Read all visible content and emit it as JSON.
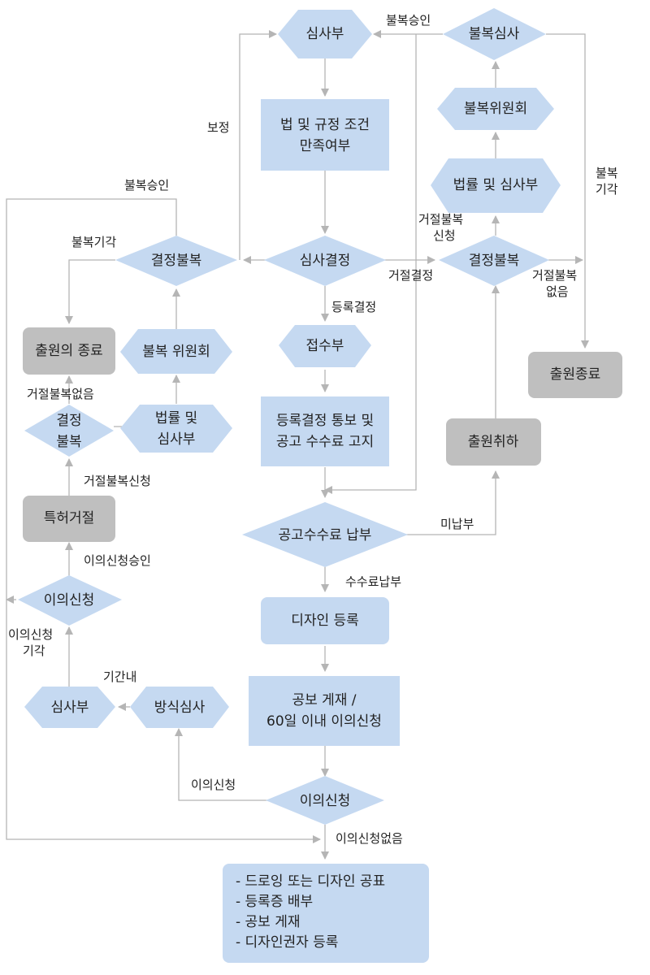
{
  "colors": {
    "node_fill": "#c5d9f1",
    "terminal_fill": "#bfbfbf",
    "edge": "#b5b5b5",
    "text": "#222222"
  },
  "nodes": {
    "exam_dept_top": "심사부",
    "appeal_exam_top": "불복심사",
    "law_check": [
      "법 및 규정 조건",
      "만족여부"
    ],
    "appeal_committee_right": "불복위원회",
    "law_exam_right": "법률 및 심사부",
    "exam_decision": "심사결정",
    "appeal_decision_right": "결정불복",
    "appeal_decision_left": "결정불복",
    "application_end_left": "출원의 종료",
    "appeal_committee_left": "불복 위원회",
    "application_end_right": "출원종료",
    "reception": "접수부",
    "decision_left_small": [
      "결정",
      "불복"
    ],
    "law_exam_left": [
      "법률 및",
      "심사부"
    ],
    "registration_notice": [
      "등록결정 통보 및",
      "공고 수수료 고지"
    ],
    "application_withdraw": "출원취하",
    "patent_reject": "특허거절",
    "fee_payment": "공고수수료 납부",
    "objection_left": "이의신청",
    "design_registration": "디자인 등록",
    "exam_dept_bottom": "심사부",
    "formal_exam": "방식심사",
    "publication": [
      "공보 게재 /",
      "60일 이내 이의신청"
    ],
    "objection_bottom": "이의신청",
    "final_box": [
      "- 드로잉 또는 디자인 공표",
      "- 등록증 배부",
      "- 공보 게재",
      "- 디자인권자 등록"
    ]
  },
  "edge_labels": {
    "appeal_approved_top": "불복승인",
    "correction": "보정",
    "appeal_rejected_right": [
      "불복",
      "기각"
    ],
    "appeal_approved_left": "불복승인",
    "rejection_appeal_request": [
      "거절불복",
      "신청"
    ],
    "appeal_rejected_left": "불복기각",
    "rejection_decision": "거절결정",
    "no_rejection_appeal_right": [
      "거절불복",
      "없음"
    ],
    "registration_decision": "등록결정",
    "no_rejection_appeal_left": "거절불복없음",
    "rejection_appeal_request_left": "거절불복신청",
    "unpaid": "미납부",
    "objection_approved": "이의신청승인",
    "fee_paid": "수수료납부",
    "objection_rejected": [
      "이의신청",
      "기각"
    ],
    "within_period": "기간내",
    "objection_filed": "이의신청",
    "no_objection": "이의신청없음"
  }
}
